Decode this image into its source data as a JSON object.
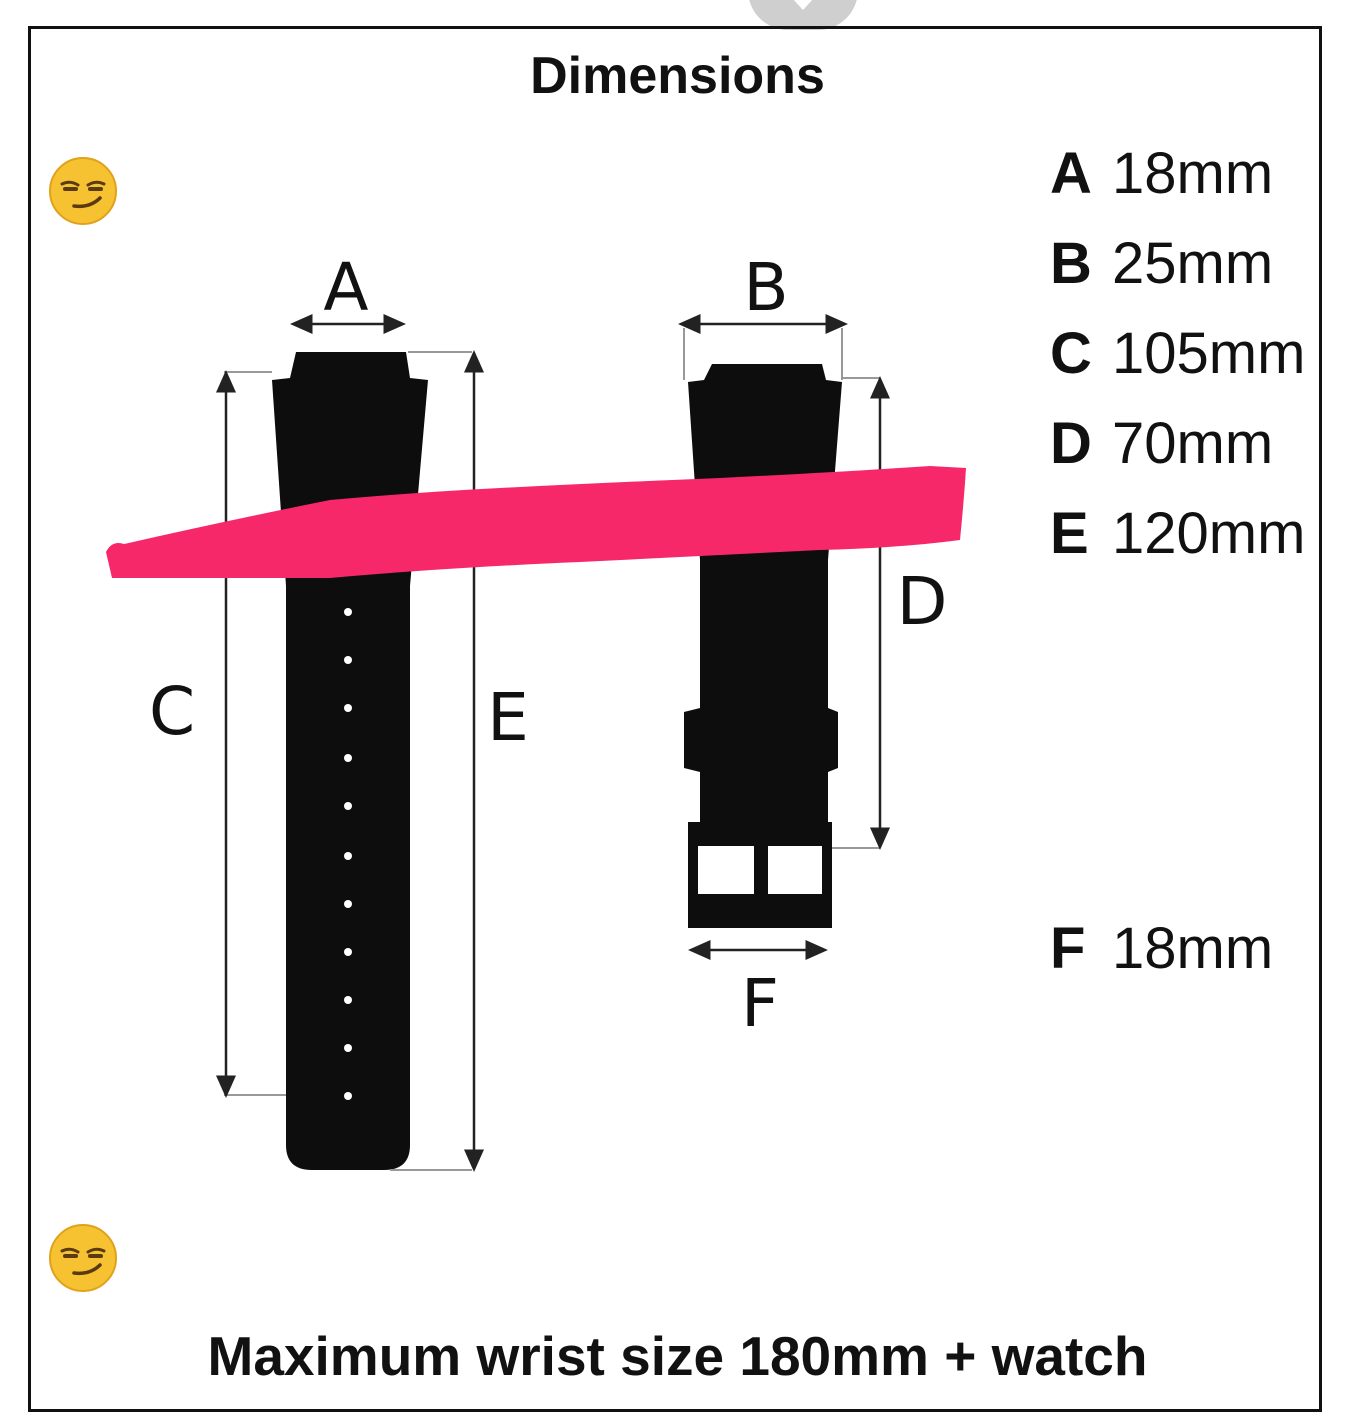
{
  "title": "Dimensions",
  "footer": "Maximum wrist size 180mm + watch",
  "specs": [
    {
      "letter": "A",
      "value": "18mm"
    },
    {
      "letter": "B",
      "value": "25mm"
    },
    {
      "letter": "C",
      "value": "105mm"
    },
    {
      "letter": "D",
      "value": "70mm"
    },
    {
      "letter": "E",
      "value": "120mm"
    },
    {
      "letter": "F",
      "value": "18mm"
    }
  ],
  "diagram_labels": {
    "a": "A",
    "b": "B",
    "c": "C",
    "d": "D",
    "e": "E",
    "f": "F"
  },
  "emoji_icon": "smirking-face-emoji",
  "colors": {
    "strap": "#0d0d0d",
    "redaction": "#f7286a",
    "emoji": "#f7c232"
  }
}
